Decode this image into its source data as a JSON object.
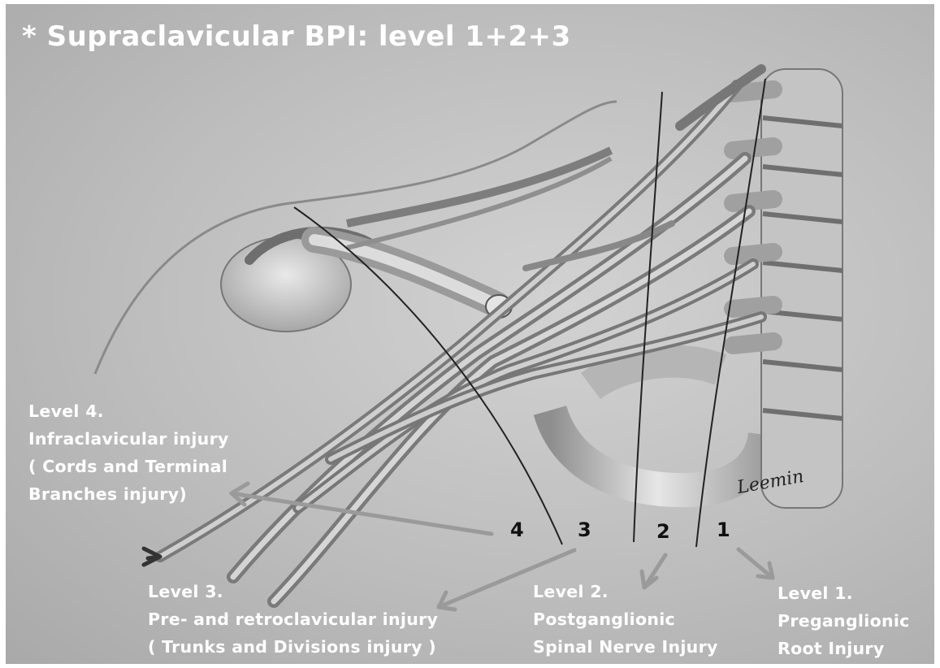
{
  "title": "* Supraclavicular BPI: level 1+2+3",
  "level_numbers": [
    "4",
    "3",
    "2",
    "1"
  ],
  "level4": {
    "lines": [
      "Level 4.",
      "Infraclavicular injury",
      "( Cords and Terminal",
      "Branches injury)"
    ]
  },
  "level3": {
    "lines": [
      "Level 3.",
      "Pre- and retroclavicular injury",
      "( Trunks and Divisions injury )"
    ]
  },
  "level2": {
    "lines": [
      "Level 2.",
      "Postganglionic",
      "Spinal Nerve Injury"
    ]
  },
  "level1": {
    "lines": [
      "Level 1.",
      "Preganglionic",
      "Root Injury"
    ]
  },
  "signature": "Leemin",
  "colors": {
    "background": "#bdbdbd",
    "label_text": "#ffffff",
    "number_text": "#111111",
    "arrow": "#9a9a9a",
    "divider": "#222222"
  }
}
